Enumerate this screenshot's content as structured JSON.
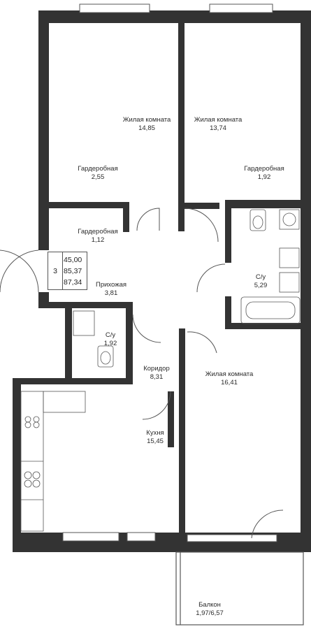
{
  "rooms": {
    "living1": {
      "name": "Жилая комната",
      "area": "14,85"
    },
    "living2": {
      "name": "Жилая комната",
      "area": "13,74"
    },
    "wardrobe1": {
      "name": "Гардеробная",
      "area": "2,55"
    },
    "wardrobe2": {
      "name": "Гардеробная",
      "area": "1,92"
    },
    "wardrobe3": {
      "name": "Гардеробная",
      "area": "1,12"
    },
    "hall": {
      "name": "Прихожая",
      "area": "3,81"
    },
    "bath_large": {
      "name": "С/у",
      "area": "5,29"
    },
    "bath_small": {
      "name": "С/у",
      "area": "1,92"
    },
    "corridor": {
      "name": "Коридор",
      "area": "8,31"
    },
    "kitchen": {
      "name": "Кухня",
      "area": "15,45"
    },
    "living3": {
      "name": "Жилая комната",
      "area": "16,41"
    },
    "balcony": {
      "name": "Балкон",
      "area": "1,97/6,57"
    }
  },
  "summary": {
    "room_count": "3",
    "living_area": "45,00",
    "total_area": "85,37",
    "total_with_balcony": "87,34"
  },
  "colors": {
    "wall": "#333333",
    "line": "#555555",
    "background": "#ffffff"
  }
}
